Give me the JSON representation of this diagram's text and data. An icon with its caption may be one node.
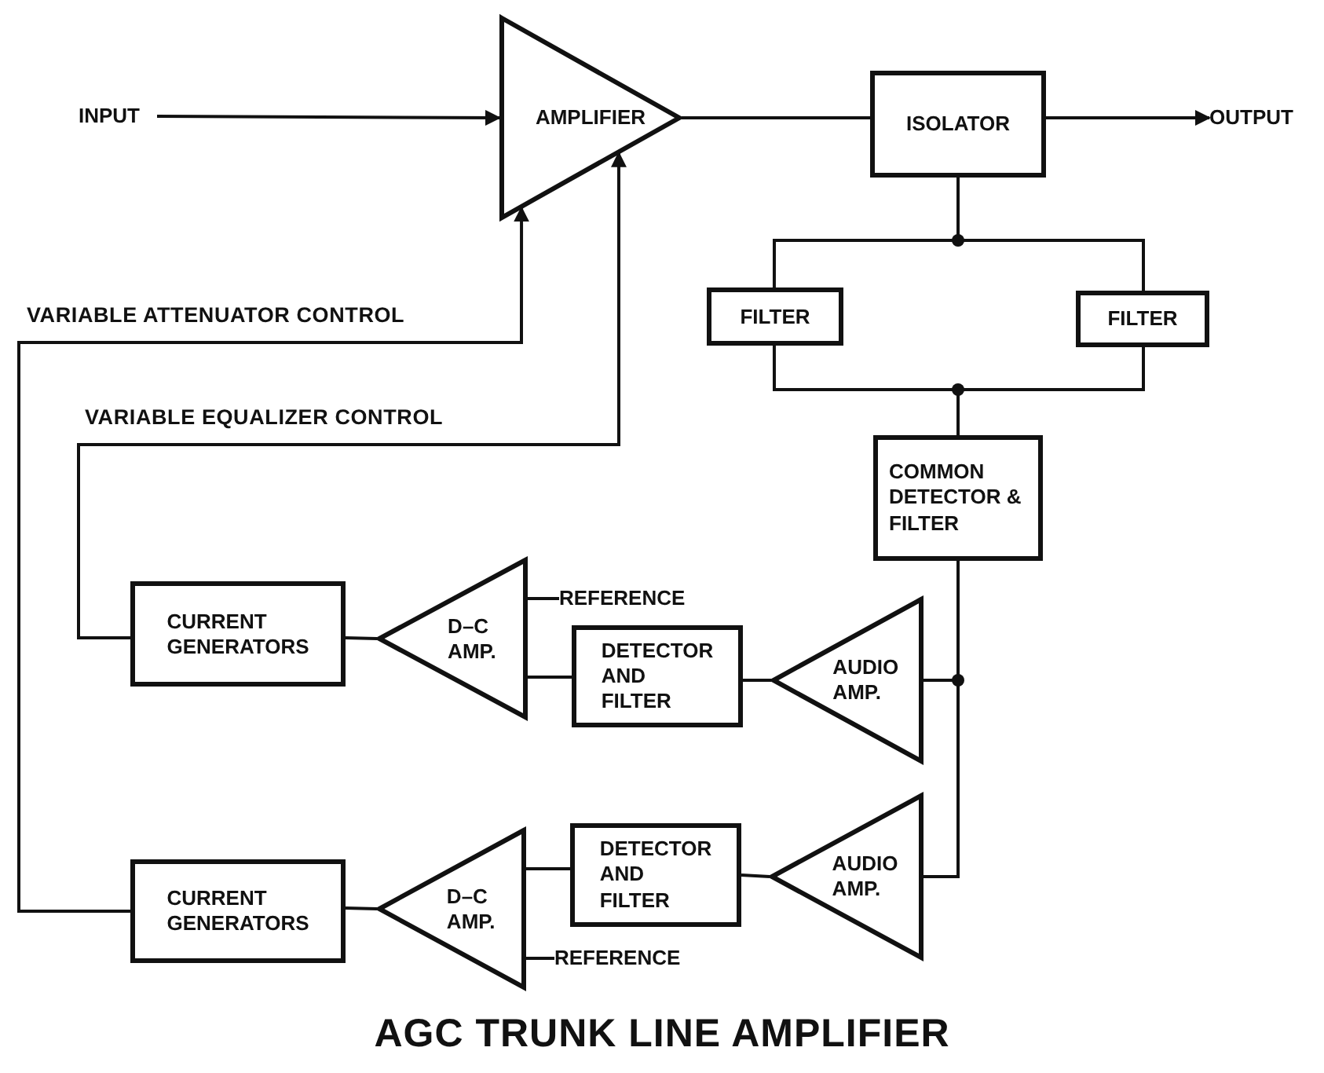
{
  "diagram": {
    "title": "AGC TRUNK LINE AMPLIFIER",
    "nodes": [
      {
        "text": [
          "INPUT"
        ]
      },
      {
        "text": [
          "AMPLIFIER"
        ]
      },
      {
        "text": [
          "ISOLATOR"
        ]
      },
      {
        "text": [
          "OUTPUT"
        ]
      },
      {
        "text": [
          "FILTER"
        ]
      },
      {
        "text": [
          "FILTER"
        ]
      },
      {
        "text": [
          "COMMON DETECTOR & FILTER"
        ]
      },
      {
        "text": [
          "CURRENT GENERATORS"
        ]
      },
      {
        "text": [
          "D–C AMP."
        ]
      },
      {
        "text": [
          "DETECTOR AND FILTER"
        ]
      },
      {
        "text": [
          "AUDIO AMP."
        ]
      },
      {
        "text": [
          "CURRENT GENERATORS"
        ]
      },
      {
        "text": [
          "D–C AMP."
        ]
      },
      {
        "text": [
          "DETECTOR AND FILTER"
        ]
      },
      {
        "text": [
          "AUDIO AMP."
        ]
      },
      {
        "text": [
          "REFERENCE"
        ]
      },
      {
        "text": [
          "REFERENCE"
        ]
      }
    ],
    "edges": [
      {
        "from": 0,
        "to": 1,
        "arrow": "to"
      },
      {
        "from": 1,
        "to": 2,
        "arrow": "none"
      },
      {
        "from": 2,
        "to": 3,
        "arrow": "to"
      },
      {
        "from": 2,
        "to": 4,
        "arrow": "none"
      },
      {
        "from": 2,
        "to": 5,
        "arrow": "none"
      },
      {
        "from": 4,
        "to": 6,
        "arrow": "none"
      },
      {
        "from": 5,
        "to": 6,
        "arrow": "none"
      },
      {
        "from": 6,
        "to": 10,
        "arrow": "none"
      },
      {
        "from": 6,
        "to": 14,
        "arrow": "none"
      },
      {
        "from": 10,
        "to": 9,
        "arrow": "none"
      },
      {
        "from": 9,
        "to": 8,
        "arrow": "none"
      },
      {
        "from": 8,
        "to": 7,
        "arrow": "none"
      },
      {
        "from": 7,
        "to": 1,
        "arrow": "to",
        "label": "VARIABLE EQUALIZER CONTROL"
      },
      {
        "from": 11,
        "to": 1,
        "arrow": "to",
        "label": "VARIABLE ATTENUATOR CONTROL"
      },
      {
        "from": 14,
        "to": 13,
        "arrow": "none"
      },
      {
        "from": 13,
        "to": 12,
        "arrow": "none"
      },
      {
        "from": 12,
        "to": 11,
        "arrow": "none"
      },
      {
        "from": 15,
        "to": 8,
        "arrow": "none"
      },
      {
        "from": 16,
        "to": 12,
        "arrow": "none"
      }
    ]
  }
}
